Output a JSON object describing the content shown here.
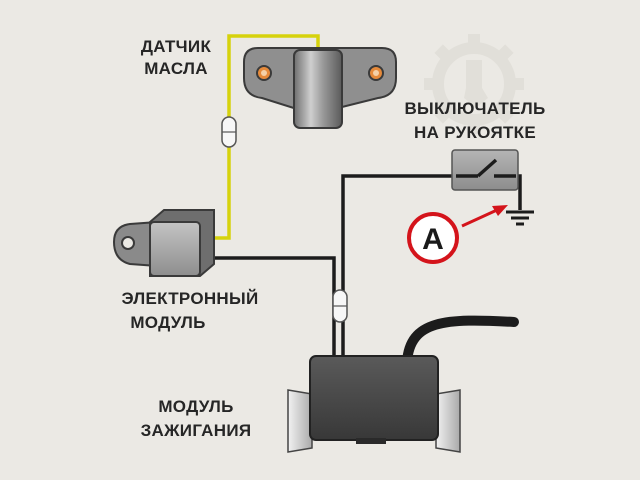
{
  "labels": {
    "oil_sensor_line1": "ДАТЧИК",
    "oil_sensor_line2": "МАСЛА",
    "handle_switch_line1": "ВЫКЛЮЧАТЕЛЬ",
    "handle_switch_line2": "НА РУКОЯТКЕ",
    "electronic_module_line1": "ЭЛЕКТРОННЫЙ",
    "electronic_module_line2": "МОДУЛЬ",
    "ignition_module_line1": "МОДУЛЬ",
    "ignition_module_line2": "ЗАЖИГАНИЯ"
  },
  "marker": {
    "letter": "A"
  },
  "colors": {
    "background": "#ebe9e4",
    "wire_black": "#1c1c1c",
    "wire_yellow": "#d6d20c",
    "marker_red": "#d4141b",
    "component_gray": "#8f8f8f",
    "module_dark": "#4a4a4a"
  },
  "icons": [
    "gear-wrench-watermark-icon",
    "ground-symbol-icon",
    "switch-contact-icon",
    "connector-icon"
  ]
}
